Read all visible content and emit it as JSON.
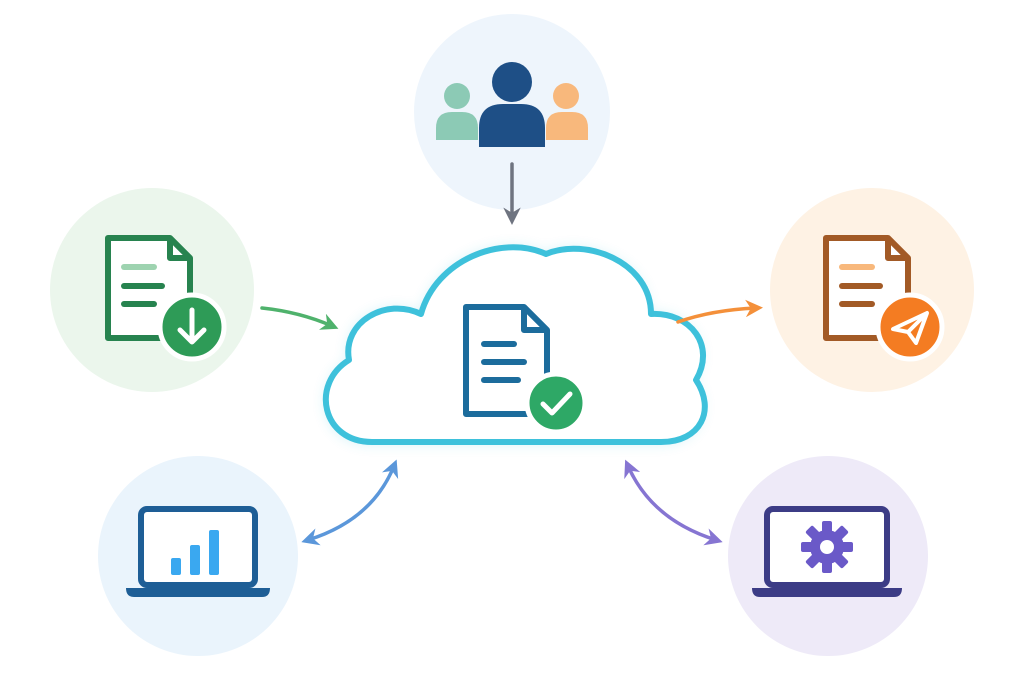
{
  "diagram": {
    "hub": {
      "name": "cloud-document-verified",
      "icon": "cloud-document-check-icon",
      "stroke_color": "#3EC1DB",
      "doc_color": "#1C6C9C",
      "badge_color": "#2EA866"
    },
    "nodes": [
      {
        "id": "team",
        "icon": "user-group-icon",
        "bg_color": "#EEF5FC",
        "main_color": "#1E4F86",
        "left_color": "#8CCAB5",
        "right_color": "#F8B87C"
      },
      {
        "id": "import",
        "icon": "document-download-icon",
        "bg_color": "#EBF6EC",
        "main_color": "#27834F",
        "accent_color": "#9ED3B0",
        "badge_color": "#2E9B57"
      },
      {
        "id": "export",
        "icon": "document-send-icon",
        "bg_color": "#FEF2E4",
        "main_color": "#A25A26",
        "accent_color": "#F8B87C",
        "badge_color": "#F47C22"
      },
      {
        "id": "analytics",
        "icon": "laptop-bar-chart-icon",
        "bg_color": "#EAF4FC",
        "main_color": "#1E5E96",
        "accent_color": "#3AA8F0"
      },
      {
        "id": "settings",
        "icon": "laptop-gear-icon",
        "bg_color": "#EEEAF8",
        "main_color": "#3C3C86",
        "accent_color": "#6A59C8"
      }
    ],
    "connections": [
      {
        "from": "team",
        "to": "hub",
        "direction": "to-hub",
        "color": "#6F7480"
      },
      {
        "from": "import",
        "to": "hub",
        "direction": "to-hub",
        "color": "#4FB26C"
      },
      {
        "from": "hub",
        "to": "export",
        "direction": "from-hub",
        "color": "#F4903A"
      },
      {
        "from": "hub",
        "to": "analytics",
        "direction": "bidirectional",
        "color": "#5B97DA"
      },
      {
        "from": "hub",
        "to": "settings",
        "direction": "bidirectional",
        "color": "#8675D2"
      }
    ]
  }
}
